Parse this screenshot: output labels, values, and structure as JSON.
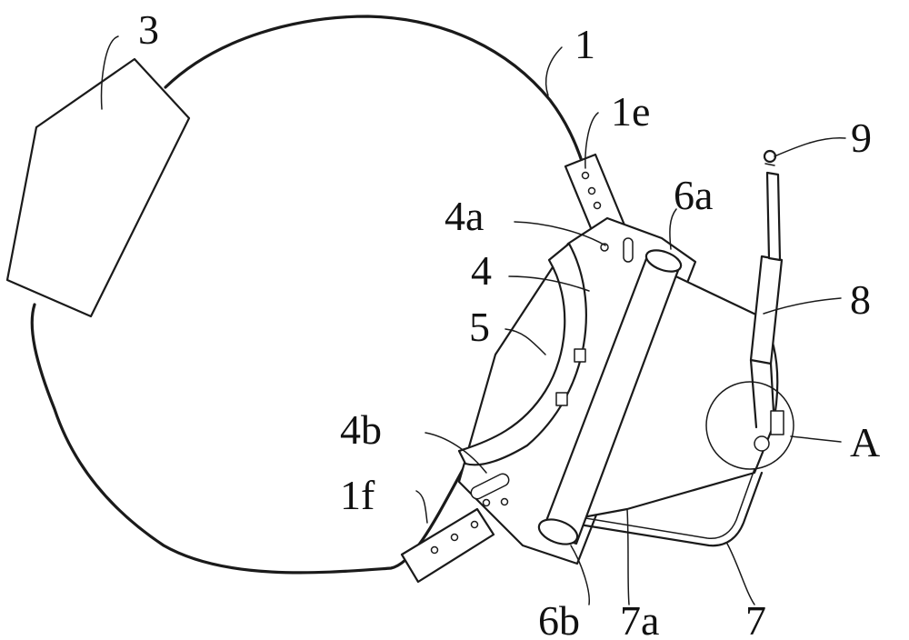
{
  "labels": {
    "l1": "1",
    "l1e": "1e",
    "l1f": "1f",
    "l3": "3",
    "l4": "4",
    "l4a": "4a",
    "l4b": "4b",
    "l5": "5",
    "l6a": "6a",
    "l6b": "6b",
    "l7": "7",
    "l7a": "7a",
    "l8": "8",
    "l9": "9",
    "lA": "A"
  },
  "colors": {
    "stroke": "#1a1a1a",
    "background": "#ffffff"
  }
}
